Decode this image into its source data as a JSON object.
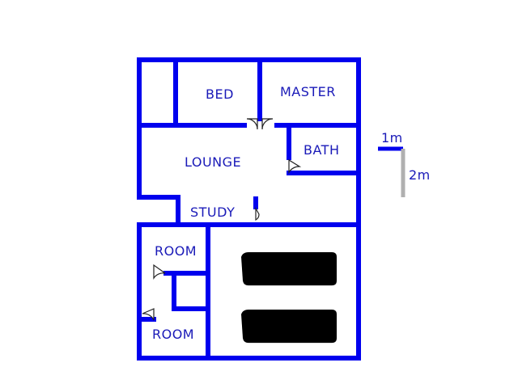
{
  "floor_plan": {
    "wall_color": "#0000ee",
    "label_color": "#1a1ab8",
    "rooms": {
      "bed": "BED",
      "master": "MASTER",
      "lounge": "LOUNGE",
      "bath": "BATH",
      "study": "STUDY",
      "room_upper": "ROOM",
      "room_lower": "ROOM"
    },
    "garage": {
      "car_count": 2
    },
    "scale": {
      "horizontal_label": "1m",
      "vertical_label": "2m",
      "horizontal_color": "#0000ee",
      "vertical_color": "#b0b0b0"
    }
  }
}
